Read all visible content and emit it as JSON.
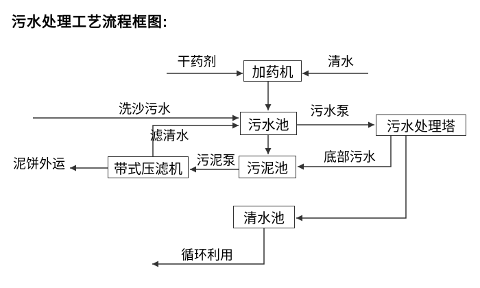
{
  "title": "污水处理工艺流程框图:",
  "nodes": [
    {
      "id": "dosing-machine",
      "label": "加药机"
    },
    {
      "id": "sewage-pool",
      "label": "污水池"
    },
    {
      "id": "sewage-treatment-tower",
      "label": "污水处理塔"
    },
    {
      "id": "sludge-pool",
      "label": "污泥池"
    },
    {
      "id": "belt-filter-press",
      "label": "带式压滤机"
    },
    {
      "id": "clean-water-pool",
      "label": "清水池"
    }
  ],
  "flow_labels": [
    {
      "id": "dry-chemical",
      "label": "干药剂"
    },
    {
      "id": "clean-water",
      "label": "清水"
    },
    {
      "id": "sand-washing-sewage",
      "label": "洗沙污水"
    },
    {
      "id": "sewage-pump",
      "label": "污水泵"
    },
    {
      "id": "filtered-clean-water",
      "label": "滤清水"
    },
    {
      "id": "mud-cake-outbound",
      "label": "泥饼外运"
    },
    {
      "id": "sludge-pump",
      "label": "污泥泵"
    },
    {
      "id": "bottom-sewage",
      "label": "底部污水"
    },
    {
      "id": "recycle-use",
      "label": "循环利用"
    }
  ],
  "colors": {
    "background": "#ffffff",
    "line": "#333333",
    "text": "#000000"
  }
}
